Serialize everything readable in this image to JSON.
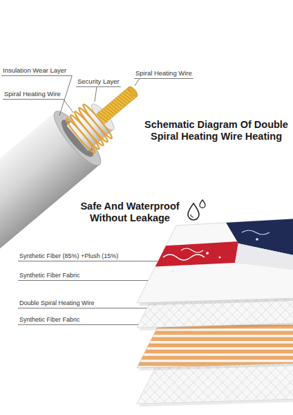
{
  "diagram": {
    "labels": [
      "Insulation Wear Layer",
      "Spiral Heating Wire",
      "Security Layer",
      "Spiral Heating Wire",
      "Schematic Diagram Of Double Spiral Heating Wire Heating",
      "Safe And Waterproof Without Leakage",
      "Synthetic Fiber (85%) +Plush (15%)",
      "Synthetic Fiber Fabric",
      "Double Spiral Heating Wire",
      "Synthetic Fiber Fabric"
    ]
  }
}
